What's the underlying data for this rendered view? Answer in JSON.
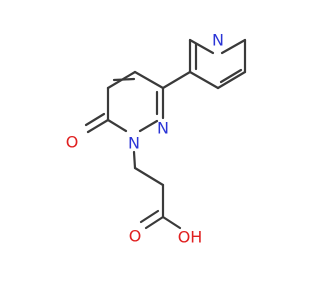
{
  "molecule": {
    "atoms": {
      "n_pyridine": "N",
      "n_ring_2": "N",
      "n_ring_1": "N",
      "o_ketone": "O",
      "o_carbonyl": "O",
      "oh_label": "OH"
    },
    "colors": {
      "bond": "#3a3a3a",
      "oxygen": "#e02020",
      "nitrogen": "#2b35d6"
    }
  }
}
